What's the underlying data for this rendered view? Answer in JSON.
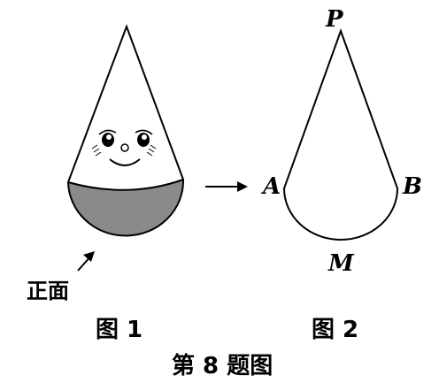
{
  "figure1": {
    "label": "图 1",
    "front_label": "正面"
  },
  "figure2": {
    "label": "图 2",
    "points": {
      "apex": "P",
      "left": "A",
      "right": "B",
      "bottom": "M"
    }
  },
  "caption": "第 8 题图",
  "colors": {
    "stroke": "#000000",
    "shade": "#8a8a8a",
    "background": "#ffffff"
  }
}
